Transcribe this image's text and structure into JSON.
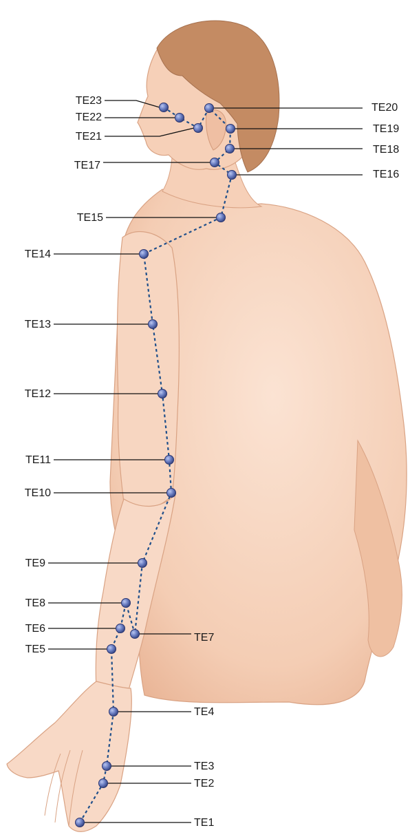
{
  "points": [
    {
      "id": "te1",
      "label": "TE1"
    },
    {
      "id": "te2",
      "label": "TE2"
    },
    {
      "id": "te3",
      "label": "TE3"
    },
    {
      "id": "te4",
      "label": "TE4"
    },
    {
      "id": "te5",
      "label": "TE5"
    },
    {
      "id": "te6",
      "label": "TE6"
    },
    {
      "id": "te7",
      "label": "TE7"
    },
    {
      "id": "te8",
      "label": "TE8"
    },
    {
      "id": "te9",
      "label": "TE9"
    },
    {
      "id": "te10",
      "label": "TE10"
    },
    {
      "id": "te11",
      "label": "TE11"
    },
    {
      "id": "te12",
      "label": "TE12"
    },
    {
      "id": "te13",
      "label": "TE13"
    },
    {
      "id": "te14",
      "label": "TE14"
    },
    {
      "id": "te15",
      "label": "TE15"
    },
    {
      "id": "te16",
      "label": "TE16"
    },
    {
      "id": "te17",
      "label": "TE17"
    },
    {
      "id": "te18",
      "label": "TE18"
    },
    {
      "id": "te19",
      "label": "TE19"
    },
    {
      "id": "te20",
      "label": "TE20"
    },
    {
      "id": "te21",
      "label": "TE21"
    },
    {
      "id": "te22",
      "label": "TE22"
    },
    {
      "id": "te23",
      "label": "TE23"
    }
  ],
  "colors": {
    "skin": "#f6d2bd",
    "skin_shadow": "#e9b597",
    "hair": "#c58a62",
    "point": "#5f72b8",
    "meridian": "#1f4f8a",
    "leader": "#111111"
  }
}
